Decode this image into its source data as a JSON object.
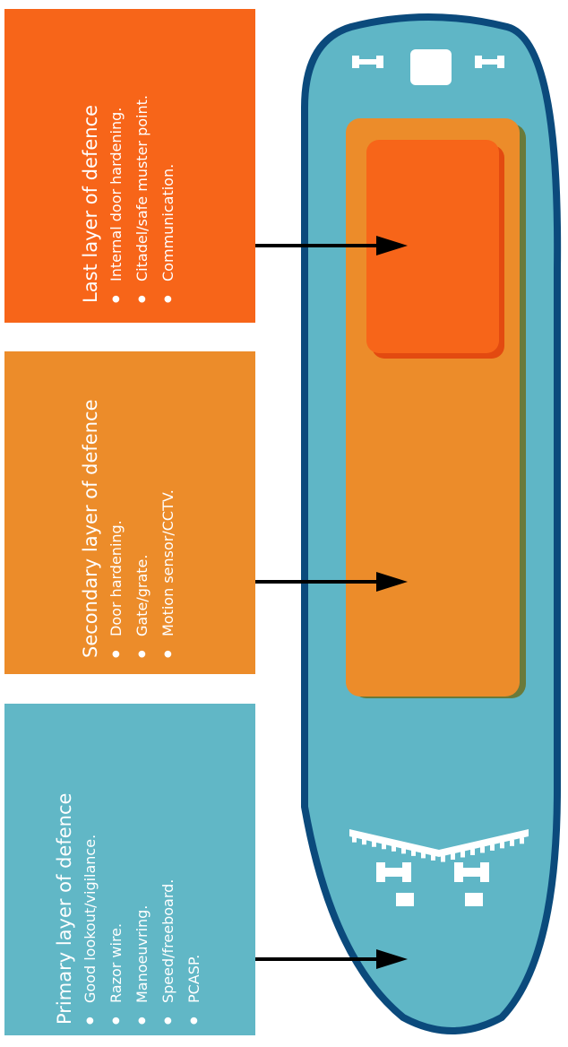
{
  "colors": {
    "last": "#f76519",
    "secondary": "#ec8c2a",
    "primary": "#61b7c6",
    "hull": "#5fb6c6",
    "hull_outline": "#0b4a7c",
    "arrow": "#000000"
  },
  "panels": {
    "last": {
      "title": "Last layer of defence",
      "items": [
        "Internal door hardening.",
        "Citadel/safe muster point.",
        "Communication."
      ]
    },
    "secondary": {
      "title": "Secondary layer of defence",
      "items": [
        "Door hardening.",
        "Gate/grate.",
        "Motion sensor/CCTV."
      ]
    },
    "primary": {
      "title": "Primary layer of defence",
      "items": [
        "Good lookout/vigilance.",
        "Razor wire.",
        "Manoeuvring.",
        "Speed/freeboard.",
        "PCASP."
      ]
    }
  }
}
